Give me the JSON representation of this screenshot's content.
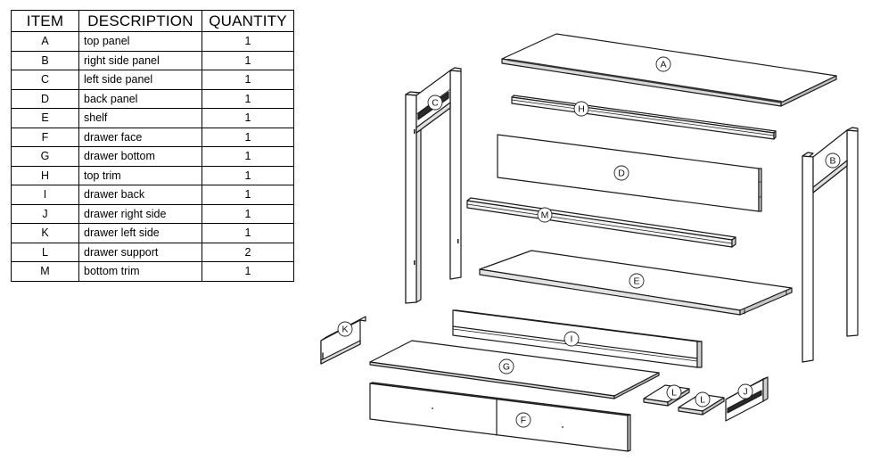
{
  "table": {
    "headers": [
      "ITEM",
      "DESCRIPTION",
      "QUANTITY"
    ],
    "rows": [
      {
        "item": "A",
        "description": "top panel",
        "quantity": "1"
      },
      {
        "item": "B",
        "description": "right side panel",
        "quantity": "1"
      },
      {
        "item": "C",
        "description": "left side panel",
        "quantity": "1"
      },
      {
        "item": "D",
        "description": "back panel",
        "quantity": "1"
      },
      {
        "item": "E",
        "description": "shelf",
        "quantity": "1"
      },
      {
        "item": "F",
        "description": "drawer face",
        "quantity": "1"
      },
      {
        "item": "G",
        "description": "drawer bottom",
        "quantity": "1"
      },
      {
        "item": "H",
        "description": "top trim",
        "quantity": "1"
      },
      {
        "item": "I",
        "description": "drawer back",
        "quantity": "1"
      },
      {
        "item": "J",
        "description": "drawer right side",
        "quantity": "1"
      },
      {
        "item": "K",
        "description": "drawer left side",
        "quantity": "1"
      },
      {
        "item": "L",
        "description": "drawer support",
        "quantity": "2"
      },
      {
        "item": "M",
        "description": "bottom trim",
        "quantity": "1"
      }
    ]
  },
  "diagram": {
    "labels": {
      "a": "A",
      "b": "B",
      "c": "C",
      "d": "D",
      "e": "E",
      "f": "F",
      "g": "G",
      "h": "H",
      "i": "I",
      "j": "J",
      "k": "K",
      "l1": "L",
      "l2": "L",
      "m": "M"
    }
  }
}
